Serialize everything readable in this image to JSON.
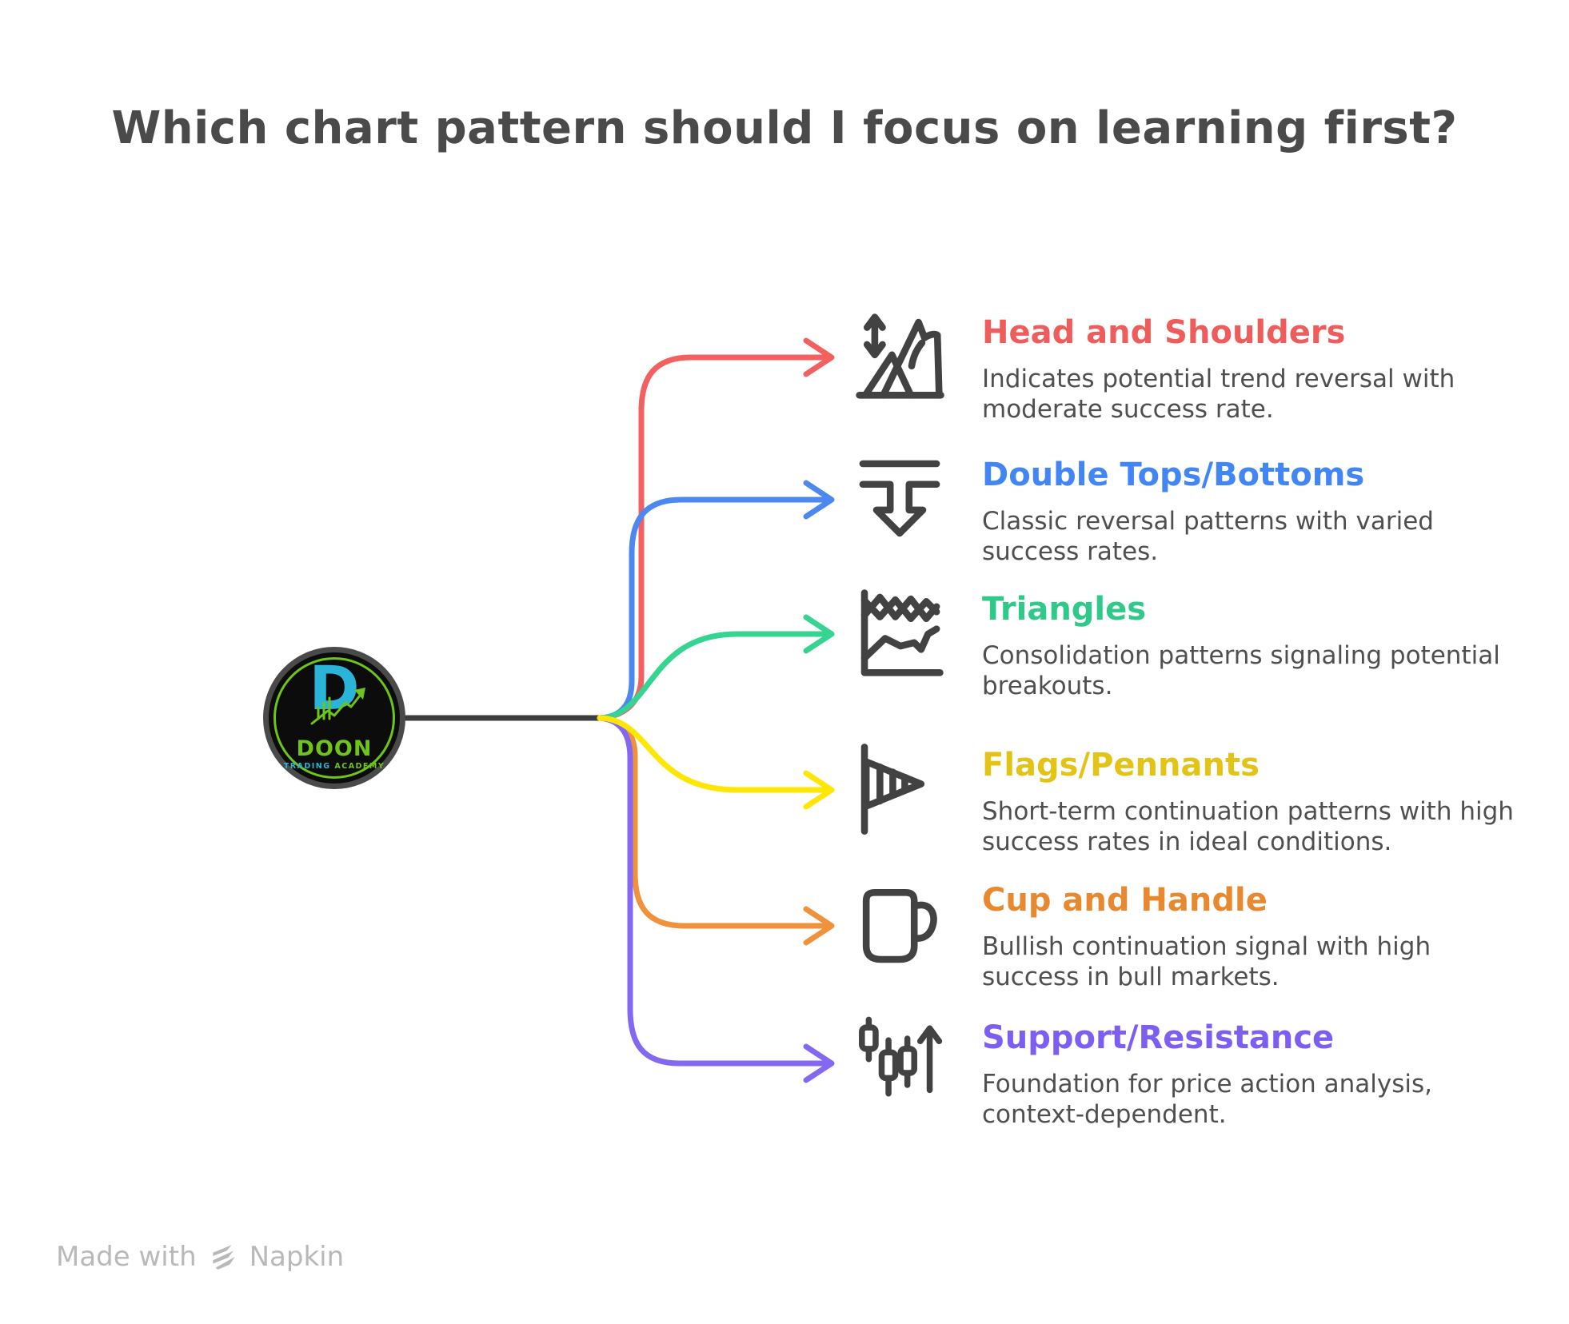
{
  "title": "Which chart pattern should I focus on learning first?",
  "center_logo": {
    "monogram": "D",
    "brand": "DOON",
    "subtitle_left": "TRADING",
    "subtitle_right": "ACADEMY",
    "colors": {
      "outer_ring": "#4a4a4a",
      "background": "#0c0c0c",
      "inner_ring": "#6fc41c",
      "monogram": "#2ab5d8",
      "brand": "#6fc41c",
      "subtitle_left": "#2ab5d8",
      "subtitle_right": "#6fc41c",
      "arrow": "#6fc41c"
    }
  },
  "branches": [
    {
      "label": "Head and Shoulders",
      "description": "Indicates potential trend reversal with moderate success rate.",
      "color": "#ee5c5c",
      "line_color": "#f26060",
      "icon": "head-and-shoulders-icon"
    },
    {
      "label": "Double Tops/Bottoms",
      "description": "Classic reversal patterns with varied success rates.",
      "color": "#4285f4",
      "line_color": "#4d87f0",
      "icon": "double-tops-bottoms-icon"
    },
    {
      "label": "Triangles",
      "description": "Consolidation patterns signaling potential breakouts.",
      "color": "#2fc98a",
      "line_color": "#35d491",
      "icon": "triangles-icon"
    },
    {
      "label": "Flags/Pennants",
      "description": "Short-term continuation patterns with high success rates in ideal conditions.",
      "color": "#e3c416",
      "line_color": "#ffe605",
      "icon": "flags-pennants-icon"
    },
    {
      "label": "Cup and Handle",
      "description": "Bullish continuation signal with high success in bull markets.",
      "color": "#e8882f",
      "line_color": "#f0923c",
      "icon": "cup-and-handle-icon"
    },
    {
      "label": "Support/Resistance",
      "description": "Foundation for price action analysis, context-dependent.",
      "color": "#7d5ef2",
      "line_color": "#8468f2",
      "icon": "support-resistance-icon"
    }
  ],
  "footer": {
    "prefix": "Made with",
    "brand": "Napkin"
  },
  "theme": {
    "background": "#ffffff",
    "title_color": "#4a4a4a",
    "text_color": "#4f4f4f",
    "icon_color": "#424242",
    "trunk_color": "#3d3d3d",
    "footer_color": "#b9b9b9"
  }
}
